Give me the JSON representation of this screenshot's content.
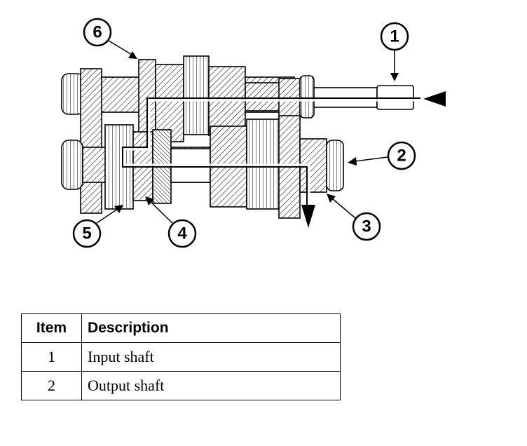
{
  "callouts": [
    {
      "number": "1"
    },
    {
      "number": "2"
    },
    {
      "number": "3"
    },
    {
      "number": "4"
    },
    {
      "number": "5"
    },
    {
      "number": "6"
    }
  ],
  "table": {
    "headers": {
      "item": "Item",
      "description": "Description"
    },
    "rows": [
      {
        "item": "1",
        "description": "Input shaft"
      },
      {
        "item": "2",
        "description": "Output shaft"
      }
    ]
  }
}
